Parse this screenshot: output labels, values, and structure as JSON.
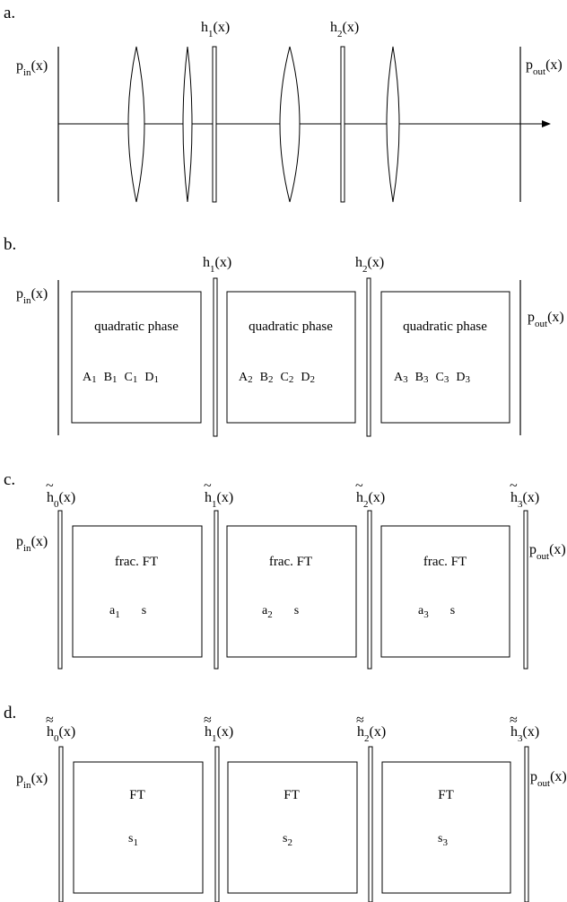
{
  "panels": {
    "a": {
      "label": "a.",
      "input": {
        "p": "p",
        "sub": "in",
        "arg": "(x)"
      },
      "output": {
        "p": "p",
        "sub": "out",
        "arg": "(x)"
      },
      "filters": [
        {
          "h": "h",
          "sub": "1",
          "arg": "(x)"
        },
        {
          "h": "h",
          "sub": "2",
          "arg": "(x)"
        }
      ]
    },
    "b": {
      "label": "b.",
      "input": {
        "p": "p",
        "sub": "in",
        "arg": "(x)"
      },
      "output": {
        "p": "p",
        "sub": "out",
        "arg": "(x)"
      },
      "filters": [
        {
          "h": "h",
          "sub": "1",
          "arg": "(x)"
        },
        {
          "h": "h",
          "sub": "2",
          "arg": "(x)"
        }
      ],
      "boxes": [
        {
          "title": "quadratic phase",
          "params": [
            {
              "t": "A",
              "s": "1"
            },
            {
              "t": "B",
              "s": "1"
            },
            {
              "t": "C",
              "s": "1"
            },
            {
              "t": "D",
              "s": "1"
            }
          ]
        },
        {
          "title": "quadratic phase",
          "params": [
            {
              "t": "A",
              "s": "2"
            },
            {
              "t": "B",
              "s": "2"
            },
            {
              "t": "C",
              "s": "2"
            },
            {
              "t": "D",
              "s": "2"
            }
          ]
        },
        {
          "title": "quadratic phase",
          "params": [
            {
              "t": "A",
              "s": "3"
            },
            {
              "t": "B",
              "s": "3"
            },
            {
              "t": "C",
              "s": "3"
            },
            {
              "t": "D",
              "s": "3"
            }
          ]
        }
      ]
    },
    "c": {
      "label": "c.",
      "input": {
        "p": "p",
        "sub": "in",
        "arg": "(x)"
      },
      "output": {
        "p": "p",
        "sub": "out",
        "arg": "(x)"
      },
      "filters": [
        {
          "h": "h",
          "sub": "0",
          "arg": "(x)",
          "tilde": "~"
        },
        {
          "h": "h",
          "sub": "1",
          "arg": "(x)",
          "tilde": "~"
        },
        {
          "h": "h",
          "sub": "2",
          "arg": "(x)",
          "tilde": "~"
        },
        {
          "h": "h",
          "sub": "3",
          "arg": "(x)",
          "tilde": "~"
        }
      ],
      "boxes": [
        {
          "title": "frac. FT",
          "a": "a",
          "a_sub": "1",
          "s": "s"
        },
        {
          "title": "frac. FT",
          "a": "a",
          "a_sub": "2",
          "s": "s"
        },
        {
          "title": "frac. FT",
          "a": "a",
          "a_sub": "3",
          "s": "s"
        }
      ]
    },
    "d": {
      "label": "d.",
      "input": {
        "p": "p",
        "sub": "in",
        "arg": "(x)"
      },
      "output": {
        "p": "p",
        "sub": "out",
        "arg": "(x)"
      },
      "filters": [
        {
          "h": "h",
          "sub": "0",
          "arg": "(x)",
          "tilde": "≈"
        },
        {
          "h": "h",
          "sub": "1",
          "arg": "(x)",
          "tilde": "≈"
        },
        {
          "h": "h",
          "sub": "2",
          "arg": "(x)",
          "tilde": "≈"
        },
        {
          "h": "h",
          "sub": "3",
          "arg": "(x)",
          "tilde": "≈"
        }
      ],
      "boxes": [
        {
          "title": "FT",
          "s": "s",
          "s_sub": "1"
        },
        {
          "title": "FT",
          "s": "s",
          "s_sub": "2"
        },
        {
          "title": "FT",
          "s": "s",
          "s_sub": "3"
        }
      ]
    }
  }
}
